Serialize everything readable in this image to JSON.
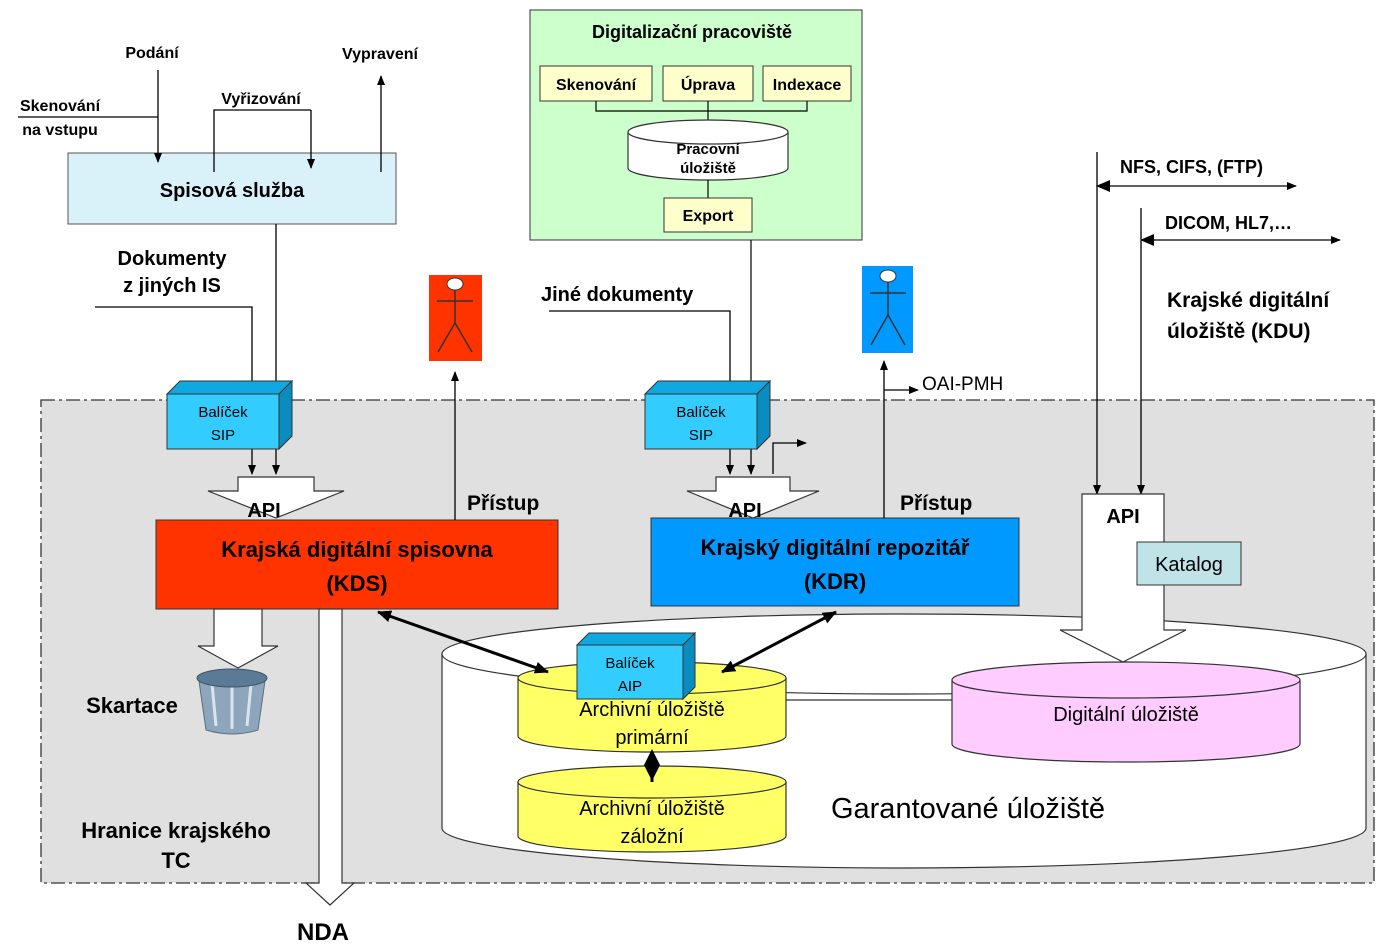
{
  "spisova": {
    "podani": "Podání",
    "vypraveni": "Vypravení",
    "skenovani_1": "Skenování",
    "skenovani_2": "na vstupu",
    "vyrizovani": "Vyřizování",
    "box": "Spisová služba"
  },
  "digitalizace": {
    "title": "Digitalizační pracoviště",
    "skenovani": "Skenování",
    "uprava": "Úprava",
    "indexace": "Indexace",
    "storage_1": "Pracovní",
    "storage_2": "úložiště",
    "export": "Export"
  },
  "kdu": {
    "nfs": "NFS, CIFS, (FTP)",
    "dicom": "DICOM, HL7,…",
    "title_1": "Krajské digitální",
    "title_2": "úložiště (KDU)",
    "api": "API",
    "katalog": "Katalog"
  },
  "inputs": {
    "dokumenty_1": "Dokumenty",
    "dokumenty_2": "z jiných IS",
    "jine": "Jiné dokumenty",
    "oai": "OAI-PMH"
  },
  "sip1": {
    "line1": "Balíček",
    "line2": "SIP"
  },
  "sip2": {
    "line1": "Balíček",
    "line2": "SIP"
  },
  "aip": {
    "line1": "Balíček",
    "line2": "AIP"
  },
  "kds": {
    "api": "API",
    "pristup": "Přístup",
    "line1": "Krajská digitální spisovna",
    "line2": "(KDS)"
  },
  "kdr": {
    "api": "API",
    "pristup": "Přístup",
    "line1": "Krajský digitální repozitář",
    "line2": "(KDR)"
  },
  "storage": {
    "primary_1": "Archivní úložiště",
    "primary_2": "primární",
    "backup_1": "Archivní úložiště",
    "backup_2": "záložní",
    "digital": "Digitální úložiště",
    "garant": "Garantované úložiště"
  },
  "boundary": {
    "skartace": "Skartace",
    "hranice_1": "Hranice krajského",
    "hranice_2": "TC",
    "nda": "NDA"
  },
  "colors": {
    "kds": "#ff3300",
    "kdr": "#0099ff",
    "spisova": "#d9f1f8",
    "digitalizace": "#ccffcc",
    "cream": "#ffffcc",
    "sip": "#33ccff",
    "yellow": "#ffff66",
    "pink": "#ffccff",
    "katalog": "#bfe3e6",
    "boundary": "#e0e0e0"
  },
  "icons": {
    "person_red": "person-icon",
    "person_blue": "person-icon",
    "bin": "trash-bin-icon"
  }
}
